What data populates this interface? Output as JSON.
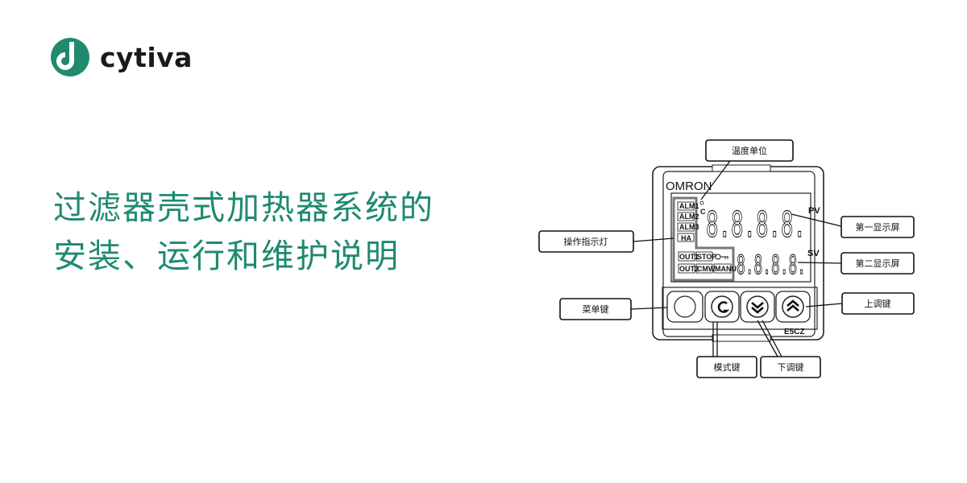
{
  "brand": {
    "name": "cytiva",
    "color": "#1f8a6f"
  },
  "headline": {
    "line1": "过滤器壳式加热器系统的",
    "line2": "安装、运行和维护说明"
  },
  "device": {
    "maker": "OMRON",
    "model": "E5CZ",
    "pv_label": "PV",
    "sv_label": "SV",
    "pv_digits": "8.8.8.8.",
    "sv_digits": "8.8.8.8.",
    "indicators_left": [
      "ALM1",
      "ALM2",
      "ALM3",
      "HA"
    ],
    "indicators_bottom_row1": [
      "OUT1",
      "STOP"
    ],
    "indicators_bottom_row2": [
      "OUT2",
      "CMW",
      "MANU"
    ]
  },
  "callouts": {
    "temp_unit": "温度单位",
    "indicator_lights": "操作指示灯",
    "first_display": "第一显示屏",
    "second_display": "第二显示屏",
    "menu_key": "菜单键",
    "mode_key": "模式键",
    "down_key": "下调键",
    "up_key": "上调键"
  }
}
